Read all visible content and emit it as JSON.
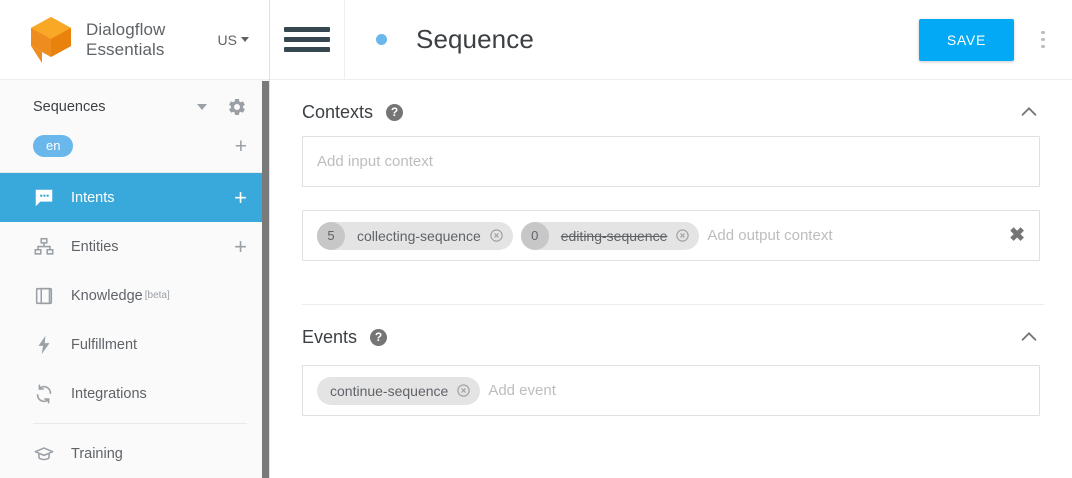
{
  "sidebar": {
    "brand": {
      "name_line1": "Dialogflow",
      "name_line2": "Essentials",
      "region": "US",
      "logo_icon": "dialogflow-cube-logo"
    },
    "agent": {
      "name": "Sequences",
      "dropdown_icon": "caret-down-icon",
      "settings_icon": "gear-icon"
    },
    "language": {
      "chip": "en",
      "add_icon": "plus-icon"
    },
    "items": [
      {
        "label": "Intents",
        "icon": "speech-bubble-icon",
        "active": true,
        "add": "+"
      },
      {
        "label": "Entities",
        "icon": "hierarchy-icon",
        "active": false,
        "add": "+"
      },
      {
        "label": "Knowledge",
        "icon": "book-icon",
        "active": false,
        "badge": "[beta]"
      },
      {
        "label": "Fulfillment",
        "icon": "lightning-bolt-icon",
        "active": false
      },
      {
        "label": "Integrations",
        "icon": "sync-arrows-icon",
        "active": false
      },
      {
        "label": "Training",
        "icon": "graduation-cap-icon",
        "active": false
      }
    ]
  },
  "topbar": {
    "menu_icon": "hamburger-icon",
    "status_dot": "blue-dot",
    "title": "Sequence",
    "save_label": "SAVE",
    "overflow_icon": "kebab-menu-icon"
  },
  "contexts": {
    "title": "Contexts",
    "help_icon": "help-circle-icon",
    "collapse_icon": "chevron-up-icon",
    "input": {
      "placeholder": "Add input context",
      "chips": []
    },
    "output": {
      "placeholder": "Add output context",
      "clear_icon": "close-x-icon",
      "chips": [
        {
          "count": "5",
          "label": "collecting-sequence",
          "expired": false,
          "remove_icon": "remove-circle-icon"
        },
        {
          "count": "0",
          "label": "editing-sequence",
          "expired": true,
          "remove_icon": "remove-circle-icon"
        }
      ]
    }
  },
  "events": {
    "title": "Events",
    "help_icon": "help-circle-icon",
    "collapse_icon": "chevron-up-icon",
    "placeholder": "Add event",
    "chips": [
      {
        "label": "continue-sequence",
        "remove_icon": "remove-circle-icon"
      }
    ]
  },
  "colors": {
    "accent_blue": "#03a9f4",
    "nav_active_blue": "#39a9db",
    "lang_chip_blue": "#6ab7ec",
    "logo_orange": "#ef8c20",
    "chip_gray": "#e4e4e4",
    "chip_badge_gray": "#c7c7c7"
  }
}
